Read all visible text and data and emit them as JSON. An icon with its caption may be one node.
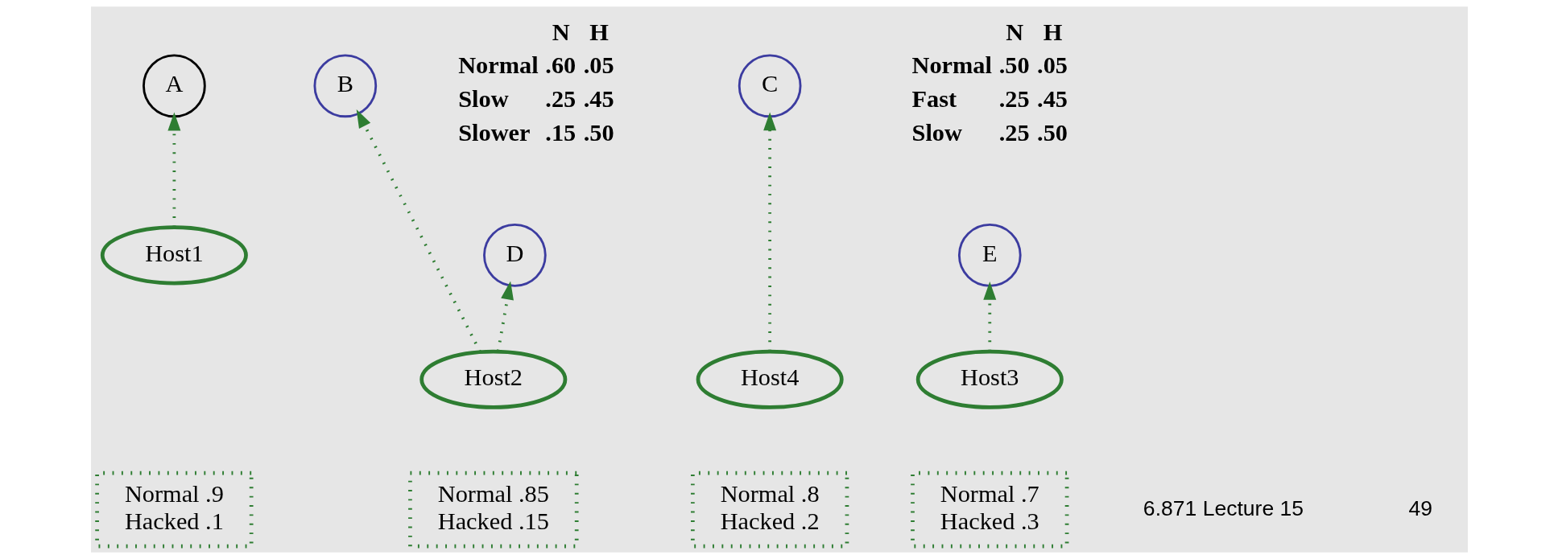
{
  "diagram": {
    "nodes": [
      {
        "text": [
          "A"
        ]
      },
      {
        "text": [
          "B"
        ]
      },
      {
        "text": [
          "C"
        ]
      },
      {
        "text": [
          "D"
        ]
      },
      {
        "text": [
          "E"
        ]
      },
      {
        "text": [
          "Host1"
        ]
      },
      {
        "text": [
          "Host2"
        ]
      },
      {
        "text": [
          "Host3"
        ]
      },
      {
        "text": [
          "Host4"
        ]
      },
      {
        "text": [
          "Normal .9",
          "Hacked .1"
        ]
      },
      {
        "text": [
          "Normal .85",
          "Hacked .15"
        ]
      },
      {
        "text": [
          "Normal .7",
          "Hacked .3"
        ]
      },
      {
        "text": [
          "Normal .8",
          "Hacked .2"
        ]
      }
    ],
    "edges": [
      {
        "from": 5,
        "to": 0,
        "arrow": "to"
      },
      {
        "from": 6,
        "to": 3,
        "arrow": "to"
      },
      {
        "from": 6,
        "to": 1,
        "arrow": "to"
      },
      {
        "from": 7,
        "to": 4,
        "arrow": "to"
      },
      {
        "from": 8,
        "to": 2,
        "arrow": "to"
      }
    ],
    "labels": [
      "N",
      "H",
      "Normal",
      ".60",
      ".05",
      "Slow",
      ".25",
      ".45",
      "Slower",
      ".15",
      ".50",
      "N",
      "H",
      "Normal",
      ".50",
      ".05",
      "Fast",
      ".25",
      ".45",
      "Slow",
      ".25",
      ".50",
      "6.871 Lecture 15",
      "49"
    ]
  }
}
